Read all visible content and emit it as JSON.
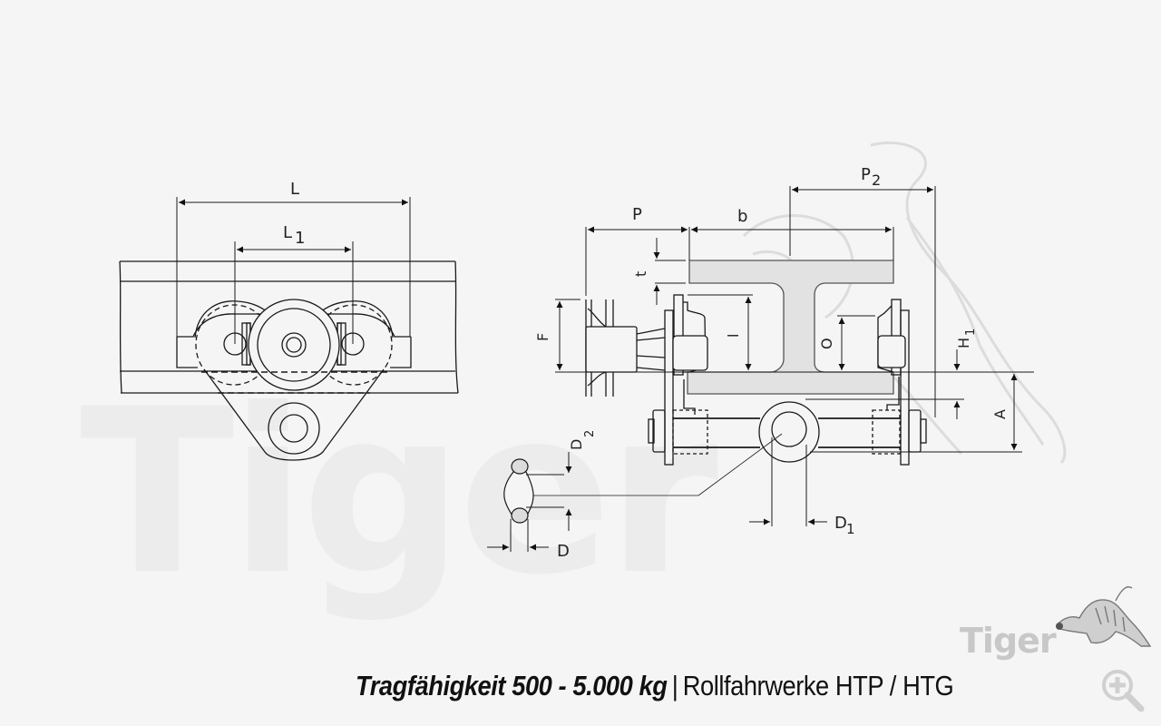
{
  "caption": {
    "bold_part": "Tragfähigkeit 500 - 5.000 kg",
    "separator": "|",
    "normal_part": "Rollfahrwerke HTP / HTG"
  },
  "watermark": {
    "text": "Tiger"
  },
  "logo": {
    "text": "Tiger",
    "icon": "tiger-icon"
  },
  "zoom_button": {
    "icon": "zoom-in-icon"
  },
  "diagram": {
    "side_view": {
      "labels": {
        "L": "L",
        "L1": "L",
        "L1_sub": "1"
      }
    },
    "front_view": {
      "labels": {
        "P": "P",
        "b": "b",
        "P2": "P",
        "P2_sub": "2",
        "t": "t",
        "F": "F",
        "l": "l",
        "O": "O",
        "H1": "H",
        "H1_sub": "1",
        "A": "A",
        "D1": "D",
        "D1_sub": "1"
      }
    },
    "detail_view": {
      "labels": {
        "D2": "D",
        "D2_sub": "2",
        "D": "D"
      }
    }
  },
  "colors": {
    "background": "#f5f5f5",
    "line": "#1a1a1a",
    "beam_fill": "#e0e0e0",
    "watermark": "#ececec"
  }
}
